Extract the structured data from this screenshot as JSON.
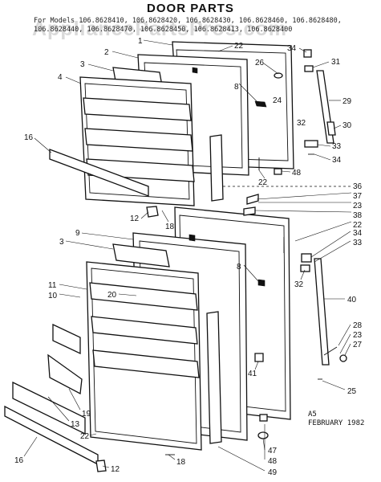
{
  "title": "DOOR PARTS",
  "models": [
    "For Models 106.8628410, 106.8628420, 106.8628430, 106.8628460, 106.8628480,",
    "106.8628440, 106.8628470, 106.8628450, 106.8628413, 106.8628400"
  ],
  "watermark": "AppliancePartsPros.com",
  "footer": {
    "code": "A5",
    "date": "FEBRUARY 1982"
  },
  "callouts": {
    "n1": "1",
    "n2": "2",
    "n3a": "3",
    "n4": "4",
    "n16a": "16",
    "n8a": "8",
    "n22a": "22",
    "n26": "26",
    "n34a": "34",
    "n31": "31",
    "n24": "24",
    "n29": "29",
    "n32a": "32",
    "n30": "30",
    "n33a": "33",
    "n34b": "34",
    "n48a": "48",
    "n22b": "22",
    "n36": "36",
    "n37": "37",
    "n23a": "23",
    "n38": "38",
    "n22c": "22",
    "n12a": "12",
    "n18a": "18",
    "n9": "9",
    "n3b": "3",
    "n34c": "34",
    "n33b": "33",
    "n8b": "8",
    "n32b": "32",
    "n40": "40",
    "n11": "11",
    "n10": "10",
    "n20": "20",
    "n41": "41",
    "n28": "28",
    "n23b": "23",
    "n27": "27",
    "n25": "25",
    "n19": "19",
    "n13": "13",
    "n22d": "22",
    "n16b": "16",
    "n12b": "12",
    "n18b": "18",
    "n47": "47",
    "n48b": "48",
    "n49": "49"
  }
}
